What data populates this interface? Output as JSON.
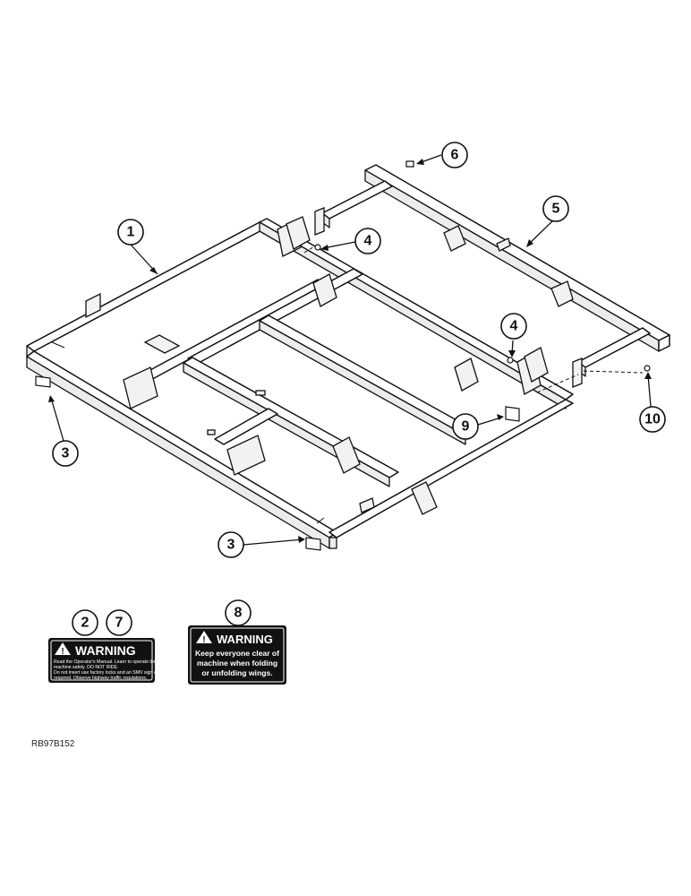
{
  "callouts": {
    "c1": "1",
    "c2": "2",
    "c3a": "3",
    "c3b": "3",
    "c4a": "4",
    "c4b": "4",
    "c5": "5",
    "c6": "6",
    "c7": "7",
    "c8": "8",
    "c9": "9",
    "c10": "10"
  },
  "decal_small": {
    "heading": "WARNING",
    "lines": [
      "Read the Operator's Manual. Learn to operate this",
      "machine safely. DO NOT RIDE.",
      "Do not insert use factory locks and an SMV sign as",
      "required. Observe highway traffic regulations."
    ]
  },
  "decal_large": {
    "heading": "WARNING",
    "lines": [
      "Keep everyone clear of",
      "machine when folding",
      "or unfolding wings."
    ]
  },
  "figure_ref": "RB97B152"
}
